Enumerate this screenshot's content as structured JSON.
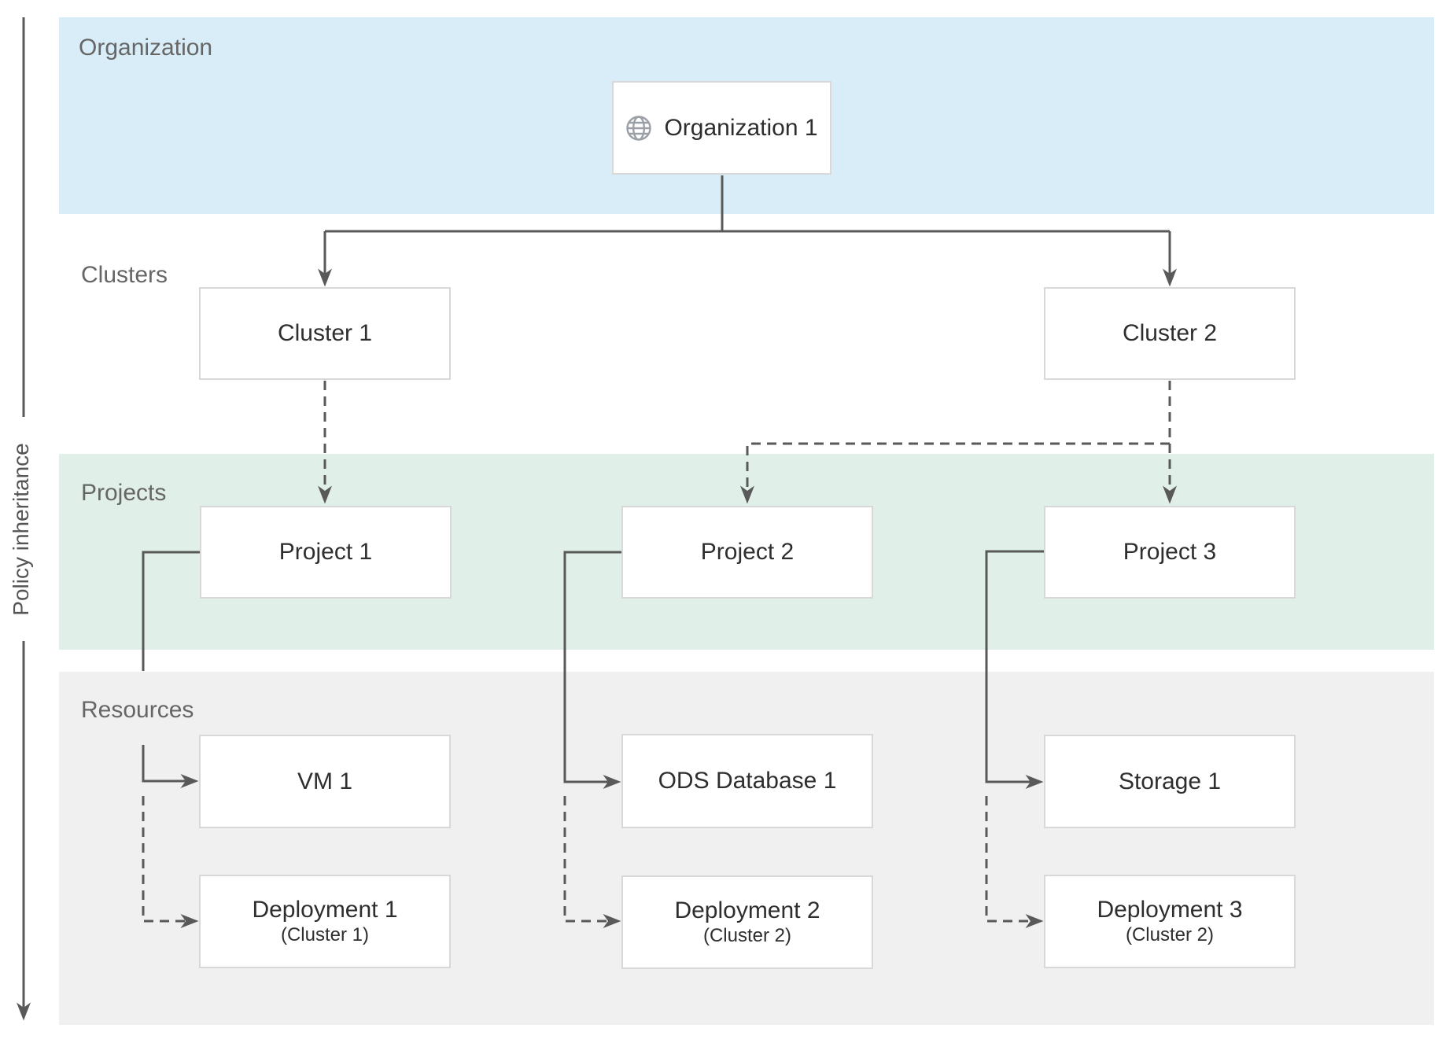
{
  "policy_axis": {
    "label": "Policy inheritance"
  },
  "bands": {
    "organization": {
      "label": "Organization",
      "color": "#d9edf8"
    },
    "clusters": {
      "label": "Clusters",
      "color": "#ffffff"
    },
    "projects": {
      "label": "Projects",
      "color": "#e0efe7"
    },
    "resources": {
      "label": "Resources",
      "color": "#f0f0f1"
    }
  },
  "nodes": {
    "organization1": {
      "label": "Organization 1",
      "icon": "globe-icon"
    },
    "cluster1": {
      "label": "Cluster 1"
    },
    "cluster2": {
      "label": "Cluster 2"
    },
    "project1": {
      "label": "Project 1"
    },
    "project2": {
      "label": "Project 2"
    },
    "project3": {
      "label": "Project 3"
    },
    "vm1": {
      "label": "VM 1"
    },
    "ods_database1": {
      "label": "ODS Database 1"
    },
    "storage1": {
      "label": "Storage 1"
    },
    "deployment1": {
      "label": "Deployment 1",
      "sublabel": "(Cluster 1)"
    },
    "deployment2": {
      "label": "Deployment 2",
      "sublabel": "(Cluster 2)"
    },
    "deployment3": {
      "label": "Deployment 3",
      "sublabel": "(Cluster 2)"
    }
  },
  "edges": [
    {
      "from": "organization1",
      "to": "cluster1",
      "style": "solid"
    },
    {
      "from": "organization1",
      "to": "cluster2",
      "style": "solid"
    },
    {
      "from": "cluster1",
      "to": "project1",
      "style": "dashed"
    },
    {
      "from": "cluster2",
      "to": "project2",
      "style": "dashed"
    },
    {
      "from": "cluster2",
      "to": "project3",
      "style": "dashed"
    },
    {
      "from": "project1",
      "to": "vm1",
      "style": "solid"
    },
    {
      "from": "project1",
      "to": "deployment1",
      "style": "dashed"
    },
    {
      "from": "project2",
      "to": "ods_database1",
      "style": "solid"
    },
    {
      "from": "project2",
      "to": "deployment2",
      "style": "dashed"
    },
    {
      "from": "project3",
      "to": "storage1",
      "style": "solid"
    },
    {
      "from": "project3",
      "to": "deployment3",
      "style": "dashed"
    }
  ],
  "colors": {
    "line": "#595959",
    "box_border": "#d8d8d8",
    "box_text": "#2e2e2e",
    "band_label": "#666666",
    "globe_icon": "#9aa0a6"
  }
}
